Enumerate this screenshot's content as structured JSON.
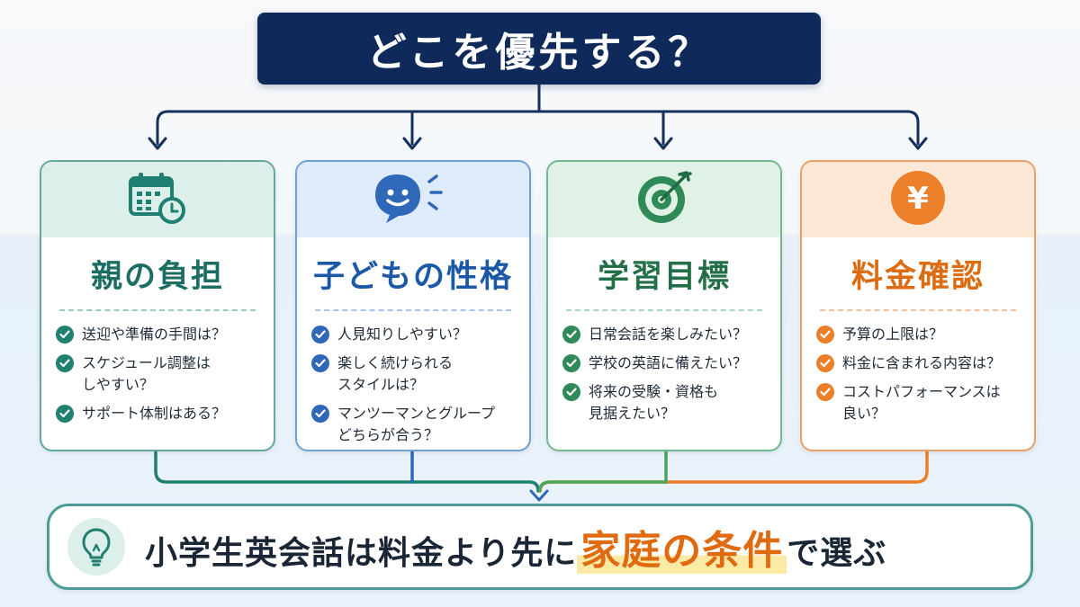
{
  "title": "どこを優先する？",
  "cards": [
    {
      "title": "親の負担",
      "icon": "calendar-clock-icon",
      "accent": "#1f7f71",
      "items": [
        "送迎や準備の手間は？",
        "スケジュール調整は\nしやすい？",
        "サポート体制はある？"
      ]
    },
    {
      "title": "子どもの性格",
      "icon": "smiling-speech-bubble-icon",
      "accent": "#2f68b8",
      "items": [
        "人見知りしやすい？",
        "楽しく続けられる\nスタイルは？",
        "マンツーマンとグループ\nどちらが合う？"
      ]
    },
    {
      "title": "学習目標",
      "icon": "target-arrow-icon",
      "accent": "#2f8a58",
      "items": [
        "日常会話を楽しみたい？",
        "学校の英語に備えたい？",
        "将来の受験・資格も\n見据えたい？"
      ]
    },
    {
      "title": "料金確認",
      "icon": "yen-coin-icon",
      "icon_text": "¥",
      "accent": "#ec7f29",
      "items": [
        "予算の上限は？",
        "料金に含まれる内容は？",
        "コストパフォーマンスは\n良い？"
      ]
    }
  ],
  "conclusion": {
    "icon": "lightbulb-icon",
    "prefix": "小学生英会話は料金より先に",
    "highlight": "家庭の条件",
    "suffix": "で選ぶ",
    "highlight_color": "#df6a10"
  }
}
